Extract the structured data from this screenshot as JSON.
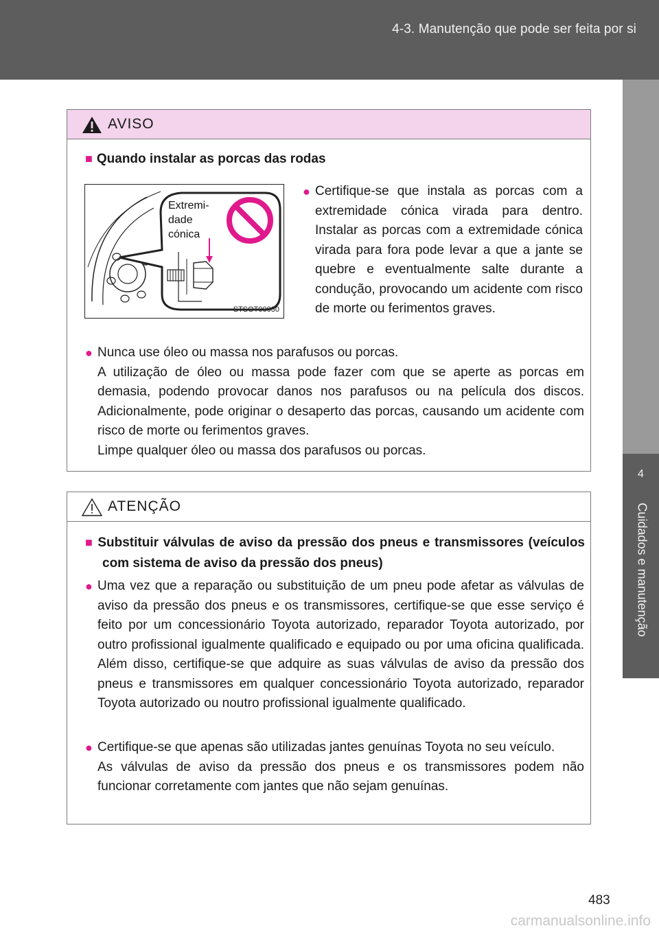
{
  "header": {
    "section_title": "4-3. Manutenção que pode ser feita por si"
  },
  "side_tab": {
    "chapter_number": "4",
    "chapter_label": "Cuidados e manutenção"
  },
  "warning_box": {
    "title": "AVISO",
    "section_heading": "Quando instalar as porcas das rodas",
    "figure": {
      "label_line1": "Extremi-",
      "label_line2": "dade",
      "label_line3": "cónica",
      "code": "STSOT00030"
    },
    "bullet1": "Certifique-se que instala as porcas com a extremidade cónica virada para dentro. Instalar as porcas com a extremidade cónica virada para fora pode levar a que a jante se quebre e eventualmente salte durante a condução, provocando um acidente com risco de morte ou ferimentos graves.",
    "bullet2_line1": "Nunca use óleo ou massa nos parafusos ou porcas.",
    "bullet2_line2": "A utilização de óleo ou massa pode fazer com que se aperte as porcas em demasia, podendo provocar danos nos parafusos ou na película dos discos. Adicionalmente, pode originar o desaperto das porcas, causando um acidente com risco de morte ou ferimentos graves.",
    "bullet2_line3": "Limpe qualquer óleo ou massa dos parafusos ou porcas."
  },
  "caution_box": {
    "title": "ATENÇÃO",
    "section_heading": "Substituir válvulas de aviso da pressão dos pneus e transmissores (veículos com sistema de aviso da pressão dos pneus)",
    "bullet1": "Uma vez que a reparação ou substituição de um pneu pode afetar as válvulas de aviso da pressão dos pneus e os transmissores, certifique-se que esse serviço é feito por um concessionário Toyota autorizado, reparador Toyota autorizado, por outro profissional igualmente qualificado e equipado ou por uma oficina qualificada. Além disso, certifique-se que adquire as suas válvulas de aviso da pressão dos pneus e transmissores em qualquer concessionário Toyota autorizado, reparador Toyota autorizado ou noutro profissional igualmente qualificado.",
    "bullet2_line1": "Certifique-se que apenas são utilizadas jantes genuínas Toyota no seu veículo.",
    "bullet2_line2": "As válvulas de aviso da pressão dos pneus e os transmissores podem não funcionar corretamente com jantes que não sejam genuínas."
  },
  "page_number": "483",
  "watermark": "carmanualsonline.info",
  "colors": {
    "header_band": "#5d5d5d",
    "side_tab_light": "#9a9a9a",
    "warning_header_bg": "#f3d4ec",
    "bullet_accent": "#e0198c",
    "prohibition_red": "#e0198c"
  }
}
